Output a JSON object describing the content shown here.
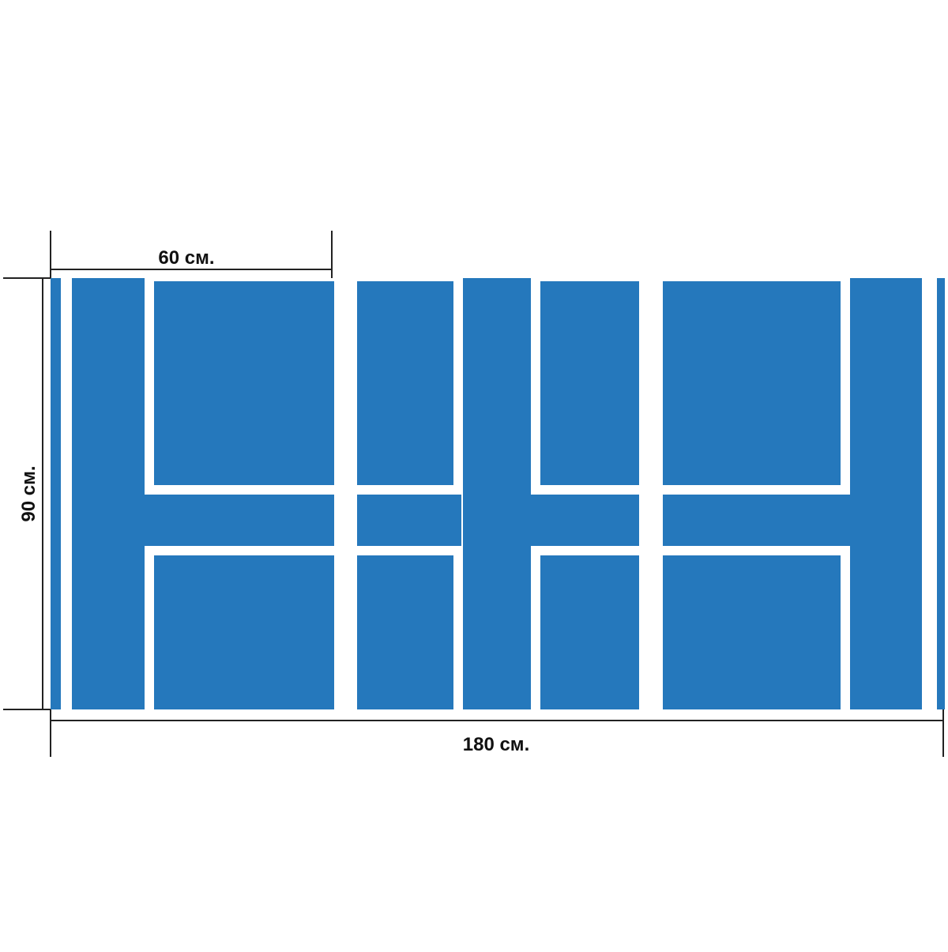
{
  "dimensions": {
    "segment_width_label": "60 см.",
    "total_width_label": "180 см.",
    "height_label": "90 см."
  },
  "colors": {
    "panel_blue": "#2578bc",
    "line_white": "#ffffff",
    "dimension_line": "#222222",
    "text": "#111111"
  }
}
